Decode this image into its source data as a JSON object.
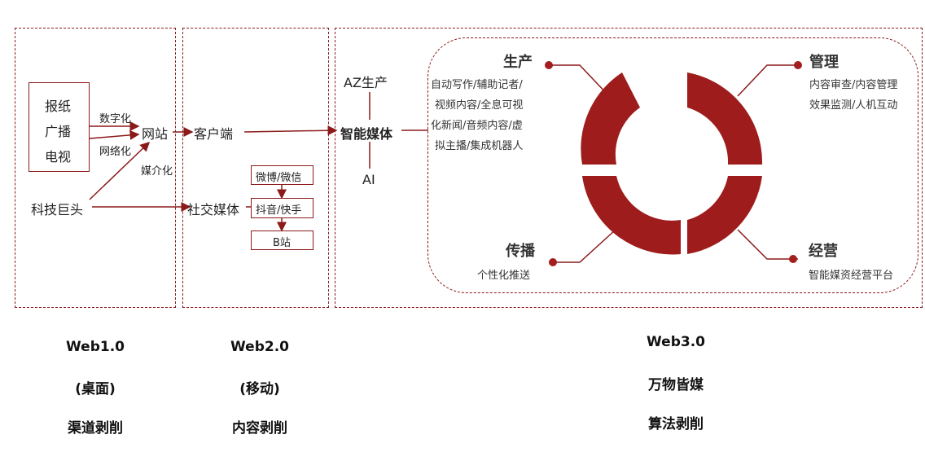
{
  "web1": {
    "media": [
      "报纸",
      "广播",
      "电视"
    ],
    "digitize": "数字化",
    "network": "网络化",
    "website": "网站",
    "tech_giants": "科技巨头",
    "mediatize": "媒介化",
    "era": "Web1.0",
    "device": "(桌面)",
    "theme": "渠道剥削"
  },
  "web2": {
    "client": "客户端",
    "social": "社交媒体",
    "platforms": [
      "微博/微信",
      "抖音/快手",
      "B站"
    ],
    "era": "Web2.0",
    "device": "(移动)",
    "theme": "内容剥削"
  },
  "web3": {
    "az": "AZ生产",
    "smart_media": "智能媒体",
    "ai": "AI",
    "era": "Web3.0",
    "device": "万物皆媒",
    "theme": "算法剥削",
    "quadrants": {
      "production": {
        "title": "生产",
        "lines": [
          "自动写作/辅助记者/",
          "视频内容/全息可视",
          "化新闻/音频内容/虚",
          "拟主播/集成机器人"
        ]
      },
      "management": {
        "title": "管理",
        "lines": [
          "内容审查/内容管理",
          "效果监测/人机互动"
        ]
      },
      "distribution": {
        "title": "传播",
        "lines": [
          "个性化推送"
        ]
      },
      "operation": {
        "title": "经营",
        "lines": [
          "智能媒资经营平台"
        ]
      }
    }
  },
  "colors": {
    "accent": "#a31e1e",
    "border": "#8b1a1a"
  }
}
